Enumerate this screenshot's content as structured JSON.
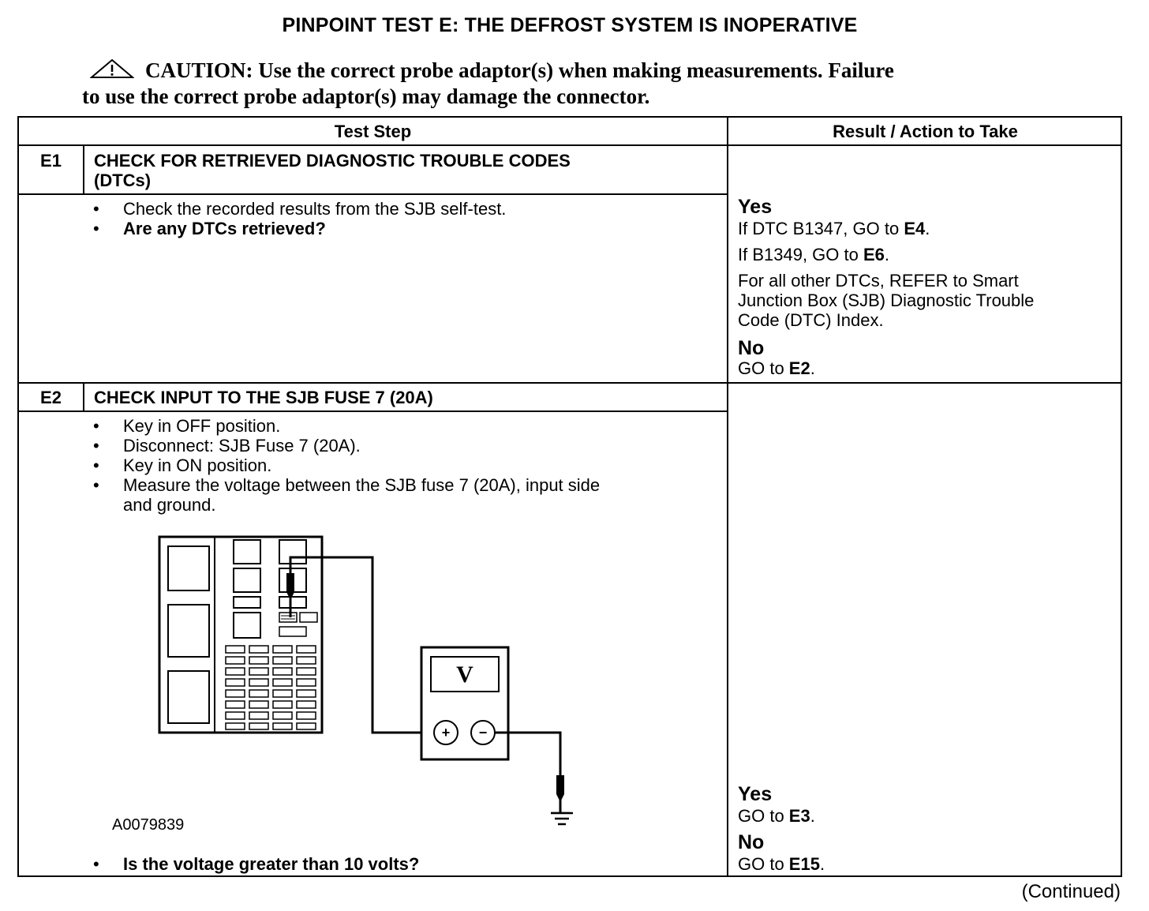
{
  "title": "PINPOINT TEST E: THE DEFROST SYSTEM IS INOPERATIVE",
  "caution": {
    "line1": "CAUTION: Use the correct probe adaptor(s) when making measurements. Failure",
    "line2": "to use the correct probe adaptor(s) may damage the connector."
  },
  "table": {
    "header_test_step": "Test Step",
    "header_result": "Result / Action to Take"
  },
  "e1": {
    "id": "E1",
    "heading_line1": "CHECK FOR RETRIEVED DIAGNOSTIC TROUBLE CODES",
    "heading_line2": "(DTCs)",
    "steps": [
      "Check the recorded results from the SJB self-test.",
      "Are any DTCs retrieved?"
    ],
    "yes_label": "Yes",
    "yes1_text": "If DTC B1347, GO to ",
    "yes1_ref": "E4",
    "yes2_text": "If B1349, GO to ",
    "yes2_ref": "E6",
    "refer_line1": "For all other DTCs, REFER to Smart",
    "refer_line2": "Junction Box (SJB) Diagnostic Trouble",
    "refer_line3": "Code (DTC) Index.",
    "no_label": "No",
    "no_text": "GO to ",
    "no_ref": "E2"
  },
  "e2": {
    "id": "E2",
    "heading": "CHECK INPUT TO THE SJB FUSE 7 (20A)",
    "steps": [
      "Key in OFF position.",
      "Disconnect: SJB Fuse 7 (20A).",
      "Key in ON position.",
      "Measure the voltage between the SJB fuse 7 (20A), input side",
      "and ground."
    ],
    "meter_symbol": "V",
    "meter_plus": "+",
    "meter_minus": "−",
    "figure_id": "A0079839",
    "question": "Is the voltage greater than 10 volts?",
    "yes_label": "Yes",
    "yes_text": "GO to ",
    "yes_ref": "E3",
    "no_label": "No",
    "no_text": "GO to ",
    "no_ref": "E15"
  },
  "bullet_char": "•",
  "continued": "(Continued)"
}
